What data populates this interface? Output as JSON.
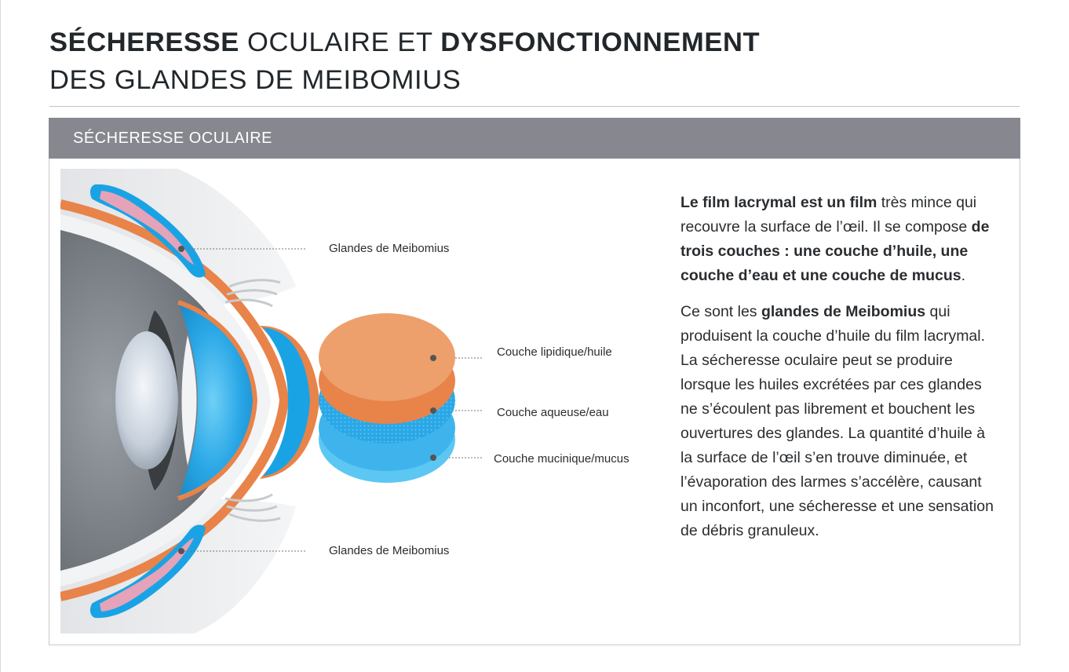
{
  "title": {
    "line1": [
      {
        "text": "SÉCHERESSE",
        "bold": true
      },
      {
        "text": " OCULAIRE ET ",
        "bold": false
      },
      {
        "text": "DYSFONCTIONNEMENT",
        "bold": true
      }
    ],
    "line2": "DES GLANDES DE MEIBOMIUS"
  },
  "section": {
    "header": "SÉCHERESSE OCULAIRE"
  },
  "illustration": {
    "labels": {
      "upper_glands": "Glandes de Meibomius",
      "lower_glands": "Glandes de Meibomius",
      "lipid_layer": "Couche lipidique/huile",
      "aqueous_layer": "Couche aqueuse/eau",
      "mucin_layer": "Couche mucinique/mucus"
    },
    "colors": {
      "lipid": "#eda06c",
      "aqueous": "#2aa7e6",
      "mucin": "#5cc7f2",
      "eyelid_orange": "#e8834a",
      "gland_pink": "#e4a3b8",
      "gland_blue": "#1aa3e4"
    }
  },
  "description": {
    "paragraph1": [
      {
        "text": "Le film lacrymal est un film",
        "bold": true
      },
      {
        "text": " très mince qui recouvre la surface de l’œil. Il se compose ",
        "bold": false
      },
      {
        "text": "de trois couches : une couche d’huile, une couche d’eau et une couche de mucus",
        "bold": true
      },
      {
        "text": ".",
        "bold": false
      }
    ],
    "paragraph2": [
      {
        "text": "Ce sont les ",
        "bold": false
      },
      {
        "text": "glandes de Meibomius",
        "bold": true
      },
      {
        "text": " qui produisent la couche d’huile du film lacrymal. La sécheresse oculaire peut se produire lorsque les huiles excrétées par ces glandes ne s’écoulent pas librement et bouchent les ouvertures des glandes. La quantité d’huile à la surface de l’œil s’en trouve diminuée, et l’évaporation des larmes s’accélère, causant un inconfort, une sécheresse et une sensation de débris granuleux.",
        "bold": false
      }
    ]
  }
}
